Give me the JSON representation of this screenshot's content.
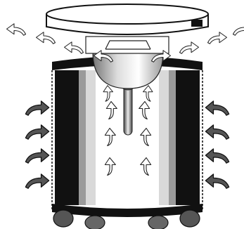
{
  "diagram": {
    "colors": {
      "outline": "#1a1a1a",
      "dark_panel": "#111111",
      "mid_gray": "#9a9a9a",
      "light_gray": "#d9d9d9",
      "white": "#ffffff",
      "intake_arrow": "#555555"
    },
    "icons": {
      "intake_arrow": "curved-arrow-dark",
      "exhaust_arrow": "curved-arrow-outline",
      "internal_airflow_arrow": "chevron-arrow-outline"
    }
  }
}
